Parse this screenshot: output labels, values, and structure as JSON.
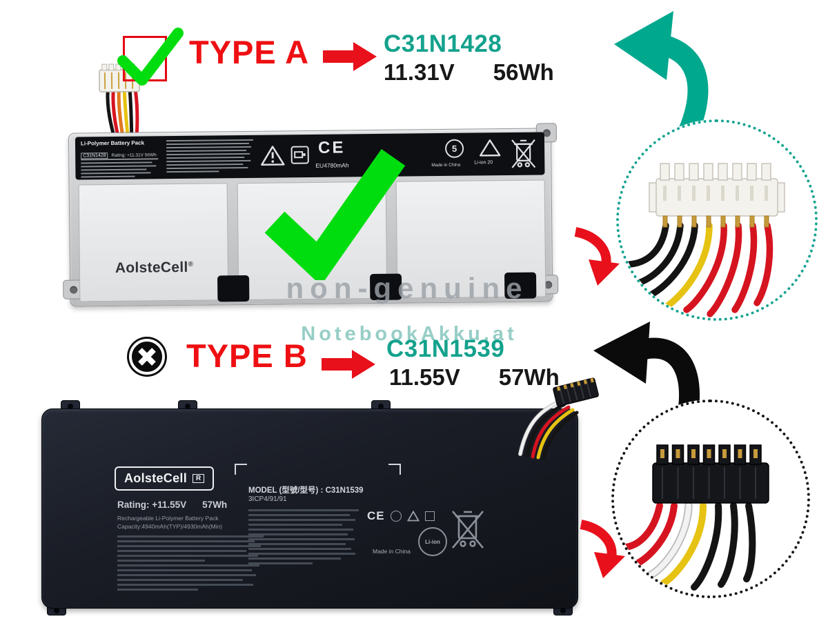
{
  "colors": {
    "accent_red": "#e8101b",
    "accent_teal": "#14a28d",
    "check_green": "#00dd0f",
    "arrow_teal": "#00a88e",
    "arrow_black": "#0b0b0b",
    "watermark_gray": "#9ba1a7",
    "watermark_teal": "#8cc9c0"
  },
  "type_a": {
    "title": "TYPE A",
    "model": "C31N1428",
    "voltage": "11.31V",
    "watt": "56Wh"
  },
  "type_b": {
    "title": "TYPE B",
    "model": "C31N1539",
    "voltage": "11.55V",
    "watt": "57Wh"
  },
  "watermark": {
    "line1": "non-genuine",
    "line2": "NotebookAkku.at"
  },
  "battery_a": {
    "brand": "AolsteCell",
    "reg": "®",
    "label_title": "Li-Polymer Battery Pack",
    "label_model": "C31N1428",
    "label_rating": "Rating: +11.31V 56Wh",
    "ce_mark": "CE",
    "capacity": "EU4780mAh",
    "rohs_number": "5",
    "li_ion": "Li-ion 20",
    "made_in": "Made in China"
  },
  "battery_b": {
    "brand": "AolsteCell",
    "reg": "R",
    "rating_prefix": "Rating: +11.55V",
    "rating_watt": "57Wh",
    "pack_line": "Rechargeable Li-Polymer Battery Pack",
    "capacity_line": "Capacity:4940mAh(TYP)/4930mAh(Min)",
    "model_line": "MODEL (型號/型号) : C31N1539",
    "cell_type": "3ICP4/91/91",
    "ce_mark": "CE",
    "li_ion": "Li-ion",
    "made_in": "Made in China"
  }
}
